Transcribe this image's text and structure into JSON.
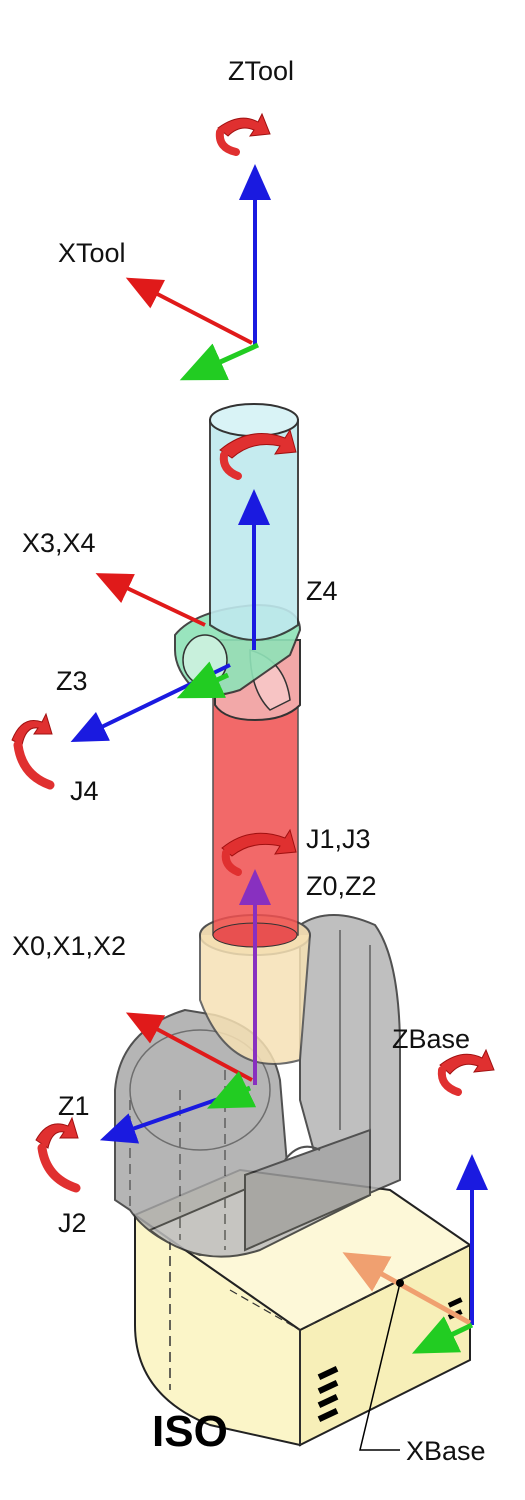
{
  "labels": {
    "ztool": "ZTool",
    "xtool": "XTool",
    "x3x4": "X3,X4",
    "z4": "Z4",
    "z3": "Z3",
    "j4": "J4",
    "j1j3": "J1,J3",
    "z0z2": "Z0,Z2",
    "x0x1x2": "X0,X1,X2",
    "zbase": "ZBase",
    "z1": "Z1",
    "j2": "J2",
    "iso": "ISO",
    "xbase": "XBase"
  },
  "colors": {
    "z_axis": "#1a1ae0",
    "x_axis": "#e01a1a",
    "y_axis": "#22cc22",
    "rotation_arrow": "#e03030",
    "base_box": "#fbf5c8",
    "shoulder_housing": "#a9a9a9",
    "arm_link": "#f05050",
    "tool_cylinder": "#bfe9ee",
    "wrist": "#8fe3b8"
  }
}
